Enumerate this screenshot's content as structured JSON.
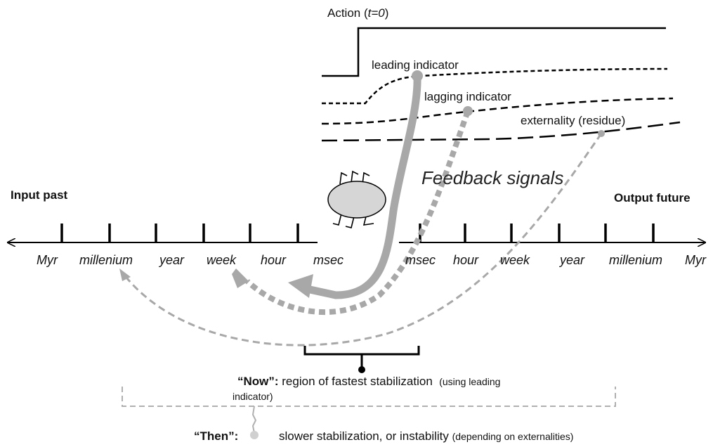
{
  "action_label": {
    "prefix": "Action (",
    "t": "t=0",
    "suffix": ")"
  },
  "curve_labels": {
    "leading": "leading indicator",
    "lagging": "lagging indicator",
    "externality": "externality (residue)"
  },
  "feedback_label": "Feedback signals",
  "input_label": "Input past",
  "output_label": "Output future",
  "past_ticks": [
    "Myr",
    "millenium",
    "year",
    "week",
    "hour",
    "msec"
  ],
  "future_ticks": [
    "msec",
    "hour",
    "week",
    "year",
    "millenium",
    "Myr"
  ],
  "now": {
    "bold": "“Now”:",
    "text": " region of fastest stabilization",
    "small": "(using leading",
    "small2": "indicator)"
  },
  "then": {
    "bold": "“Then”:",
    "text": "slower stabilization, or instability",
    "small": "(depending on externalities)"
  }
}
